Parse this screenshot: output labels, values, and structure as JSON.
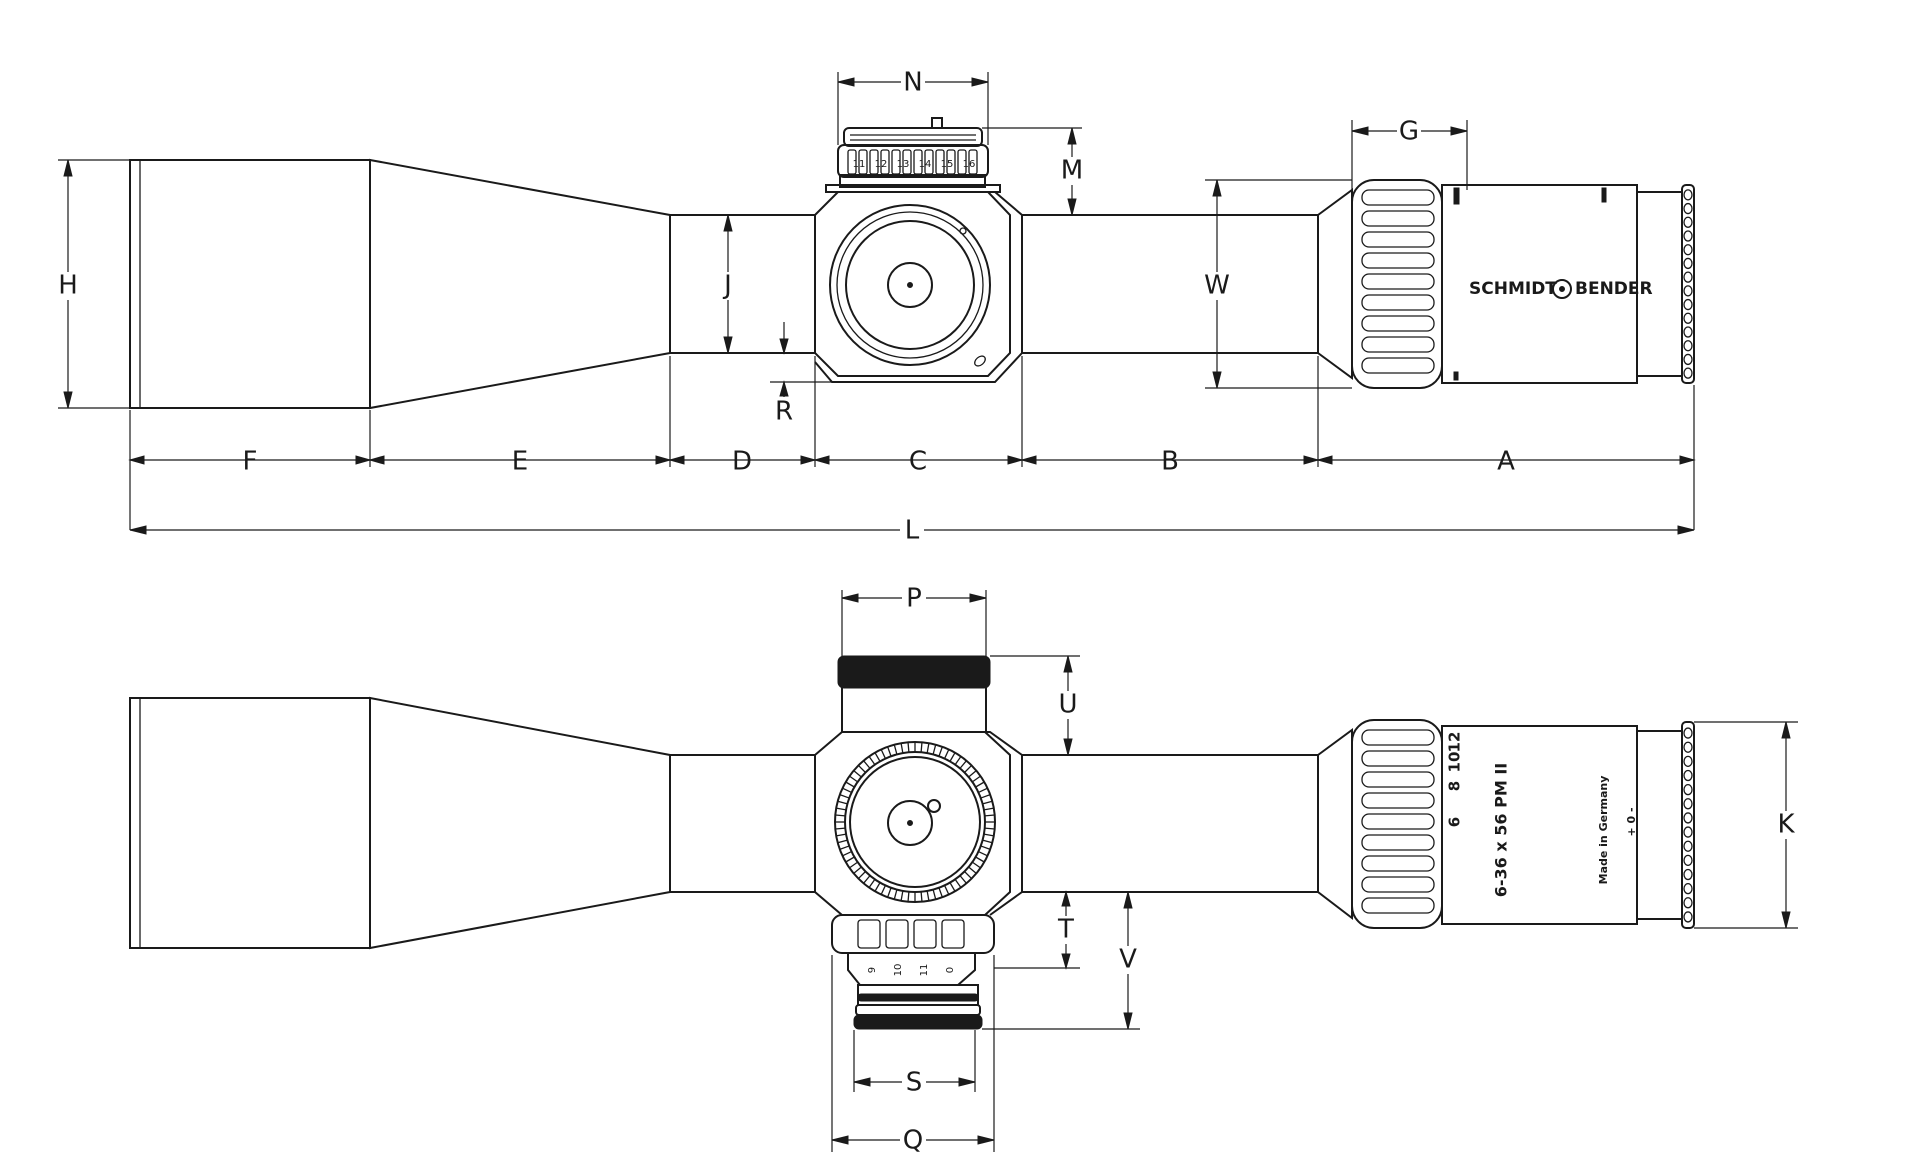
{
  "dimension_labels": {
    "A": "A",
    "B": "B",
    "C": "C",
    "D": "D",
    "E": "E",
    "F": "F",
    "G": "G",
    "H": "H",
    "J": "J",
    "K": "K",
    "L": "L",
    "M": "M",
    "N": "N",
    "P": "P",
    "Q": "Q",
    "R": "R",
    "S": "S",
    "T": "T",
    "U": "U",
    "V": "V",
    "W": "W"
  },
  "markings": {
    "brand": "SCHMIDT",
    "brand_suffix": "BENDER",
    "model": "6-36 x 56 PM II",
    "made_in": "Made in Germany",
    "diopter": "+ 0 -",
    "magnification_ticks": [
      "6",
      "8",
      "10",
      "12"
    ],
    "turret_numbers": [
      "9",
      "10",
      "11",
      "0"
    ],
    "elevation_dial_numbers": [
      "11",
      "12",
      "13",
      "14",
      "15",
      "16"
    ]
  }
}
